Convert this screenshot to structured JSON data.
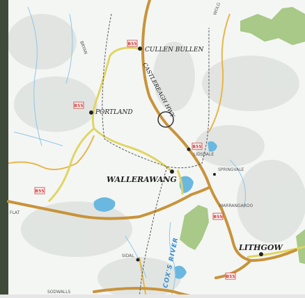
{
  "labels": {
    "cullen_bullen": "CULLEN BULLEN",
    "portland": "PORTLAND",
    "wallerawang": "WALLERAWANG",
    "lithgow": "LITHGOW",
    "lidsdale": "LIDSDALE",
    "springvale": "SPRINGVALE",
    "marrangaroo": "MARRANGAROO",
    "sidal": "SIDAL",
    "hwy_label": "CASTLEREAGH HWY",
    "river_label": "COX'S RIVER",
    "flat_label": "FLAT",
    "sodwalls": "SODWALLS",
    "vale_top": "WOLG",
    "west_label": "BRYAN"
  },
  "shields": {
    "route_code": "B55"
  },
  "colors": {
    "highway": "#c8933a",
    "secondary": "#e0c860",
    "minor": "#e8b64a",
    "water": "#6ab8e0",
    "park": "#a8c987",
    "rail": "#555555",
    "label_town": "#222222",
    "left_strip": "#3f4b3a"
  }
}
